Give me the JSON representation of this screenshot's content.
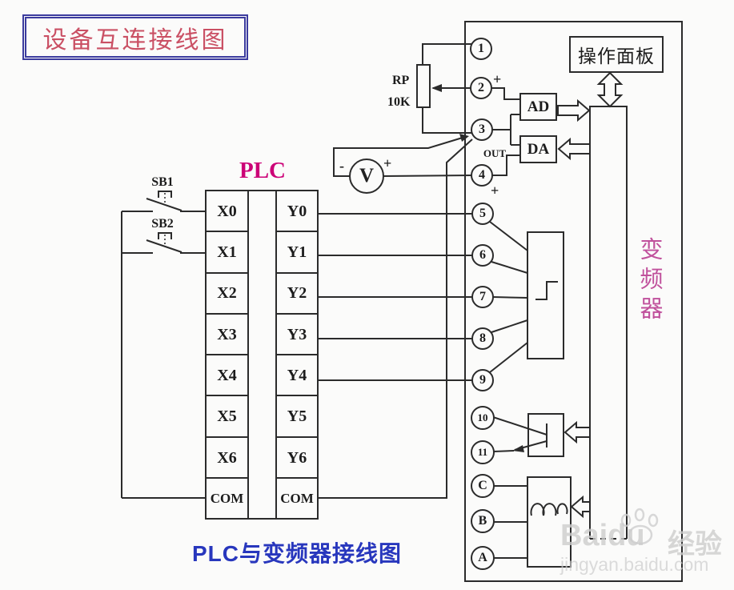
{
  "title": "设备互连接线图",
  "caption": "PLC与变频器接线图",
  "plc": {
    "label": "PLC",
    "x_cells": [
      "X0",
      "X1",
      "X2",
      "X3",
      "X4",
      "X5",
      "X6",
      "COM"
    ],
    "y_cells": [
      "Y0",
      "Y1",
      "Y2",
      "Y3",
      "Y4",
      "Y5",
      "Y6",
      "COM"
    ],
    "switches": [
      {
        "label": "SB1"
      },
      {
        "label": "SB2"
      }
    ]
  },
  "analog": {
    "rp_label": "RP",
    "rp_value": "10K",
    "voltmeter_label": "V",
    "minus": "-",
    "plus": "+"
  },
  "converter": {
    "label": "变频器",
    "panel_label": "操作面板",
    "ad_label": "AD",
    "da_label": "DA",
    "out_label": "OUT",
    "plus_t2": "+",
    "plus_t4": "+",
    "terminals": [
      "1",
      "2",
      "3",
      "4",
      "5",
      "6",
      "7",
      "8",
      "9",
      "10",
      "11",
      "C",
      "B",
      "A"
    ]
  },
  "watermark": {
    "brand": "Baidu",
    "suffix": "经验",
    "url": "jingyan.baidu.com"
  },
  "colors": {
    "line": "#2b2b2b",
    "title_red": "#ca5064",
    "title_border_navy": "#3b3b9e",
    "plc_magenta": "#cc0077",
    "converter_pink": "#c0519c",
    "caption_blue": "#2837bd",
    "watermark_gray": "#cdcdcd"
  }
}
